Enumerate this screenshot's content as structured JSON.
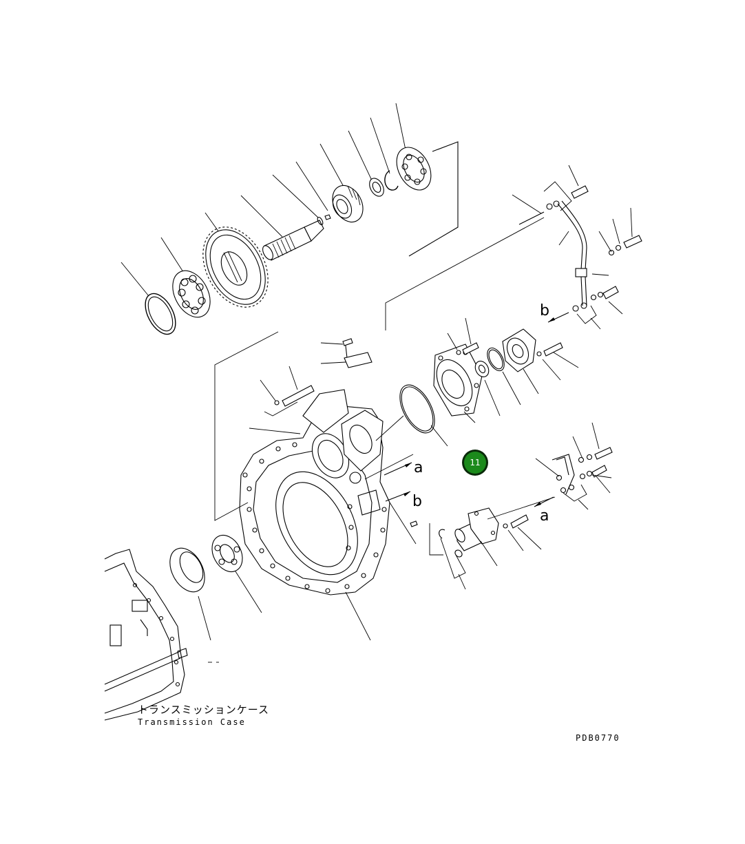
{
  "diagram": {
    "caption_jp": "トランスミッションケース",
    "caption_en": "Transmission Case",
    "drawing_code": "PDB0770",
    "ref_labels": {
      "a_upper": "a",
      "b_upper": "b",
      "b_right": "b",
      "a_right": "a"
    },
    "callout": {
      "number": "11",
      "color": "#1b8a1b",
      "ring": "#0a2a0a"
    }
  }
}
